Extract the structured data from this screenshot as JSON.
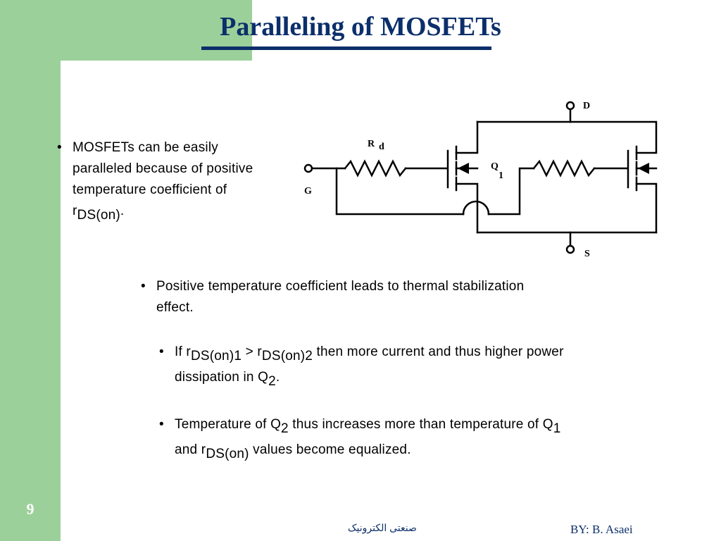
{
  "slide": {
    "title": "Paralleling of MOSFETs",
    "number": "9",
    "footer_center": "صنعتی الکترونیک",
    "footer_right": "BY: B. Asaei"
  },
  "bullets": {
    "b1": {
      "text": "MOSFETs can be easily paralleled because of positive temperature coefficient of r",
      "sub": "DS(on)",
      "tail": "."
    },
    "b2": {
      "text": "Positive temperature coefficient leads to thermal stabilization effect."
    },
    "b3": {
      "p1": "If r",
      "s1": "DS(on)1",
      "p2": " > r",
      "s2": "DS(on)2",
      "p3": " then more current and thus higher power dissipation in Q",
      "s3": "2",
      "p4": "."
    },
    "b4": {
      "p1": "Temperature of Q",
      "s1": "2",
      "p2": " thus increases more than temperature of Q",
      "s2": "1",
      "p3": " and r",
      "s3": "DS(on)",
      "p4": " values become equalized."
    },
    "marker": "•"
  },
  "diagram": {
    "labels": {
      "drain": "D",
      "source": "S",
      "gate": "G",
      "resistor_main": "R",
      "resistor_sub": "d",
      "transistor_main": "Q",
      "transistor_sub": "1"
    },
    "colors": {
      "wire": "#000000",
      "title": "#0c2f6b",
      "side_band": "#9cd09a"
    }
  }
}
